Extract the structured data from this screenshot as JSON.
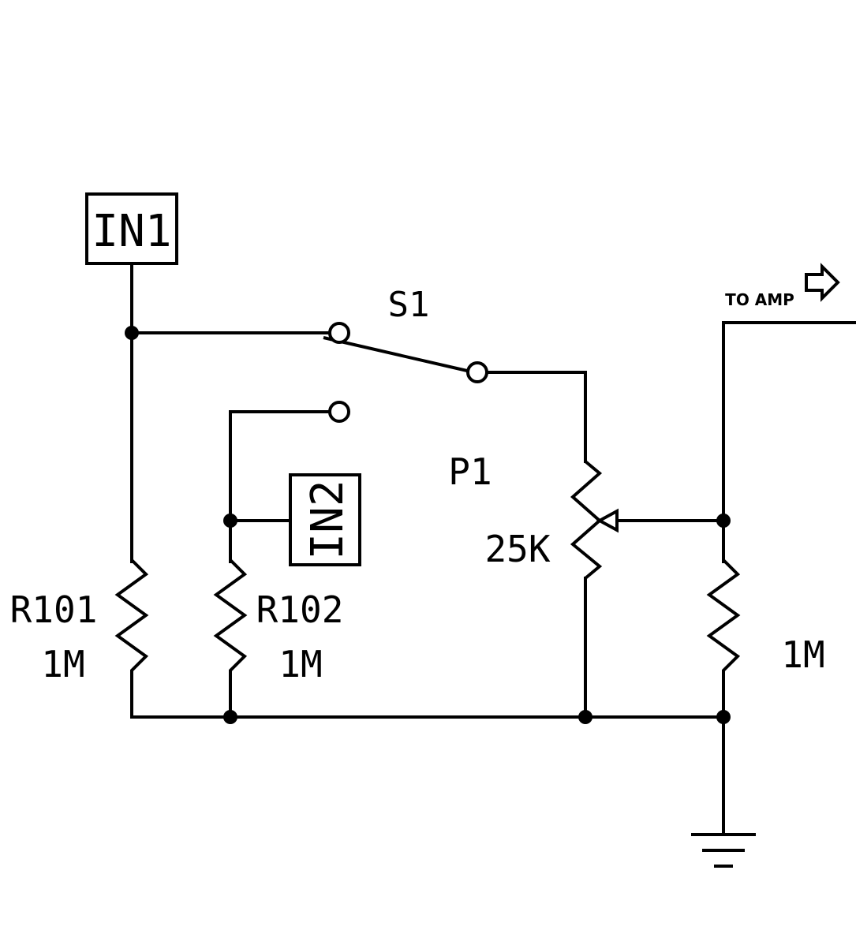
{
  "inputs": {
    "in1": "IN1",
    "in2": "IN2"
  },
  "switch": {
    "name": "S1"
  },
  "pot": {
    "name": "P1",
    "value": "25K"
  },
  "r101": {
    "name": "R101",
    "value": "1M"
  },
  "r102": {
    "name": "R102",
    "value": "1M"
  },
  "r_out": {
    "value": "1M"
  },
  "output": {
    "label": "TO AMP"
  }
}
